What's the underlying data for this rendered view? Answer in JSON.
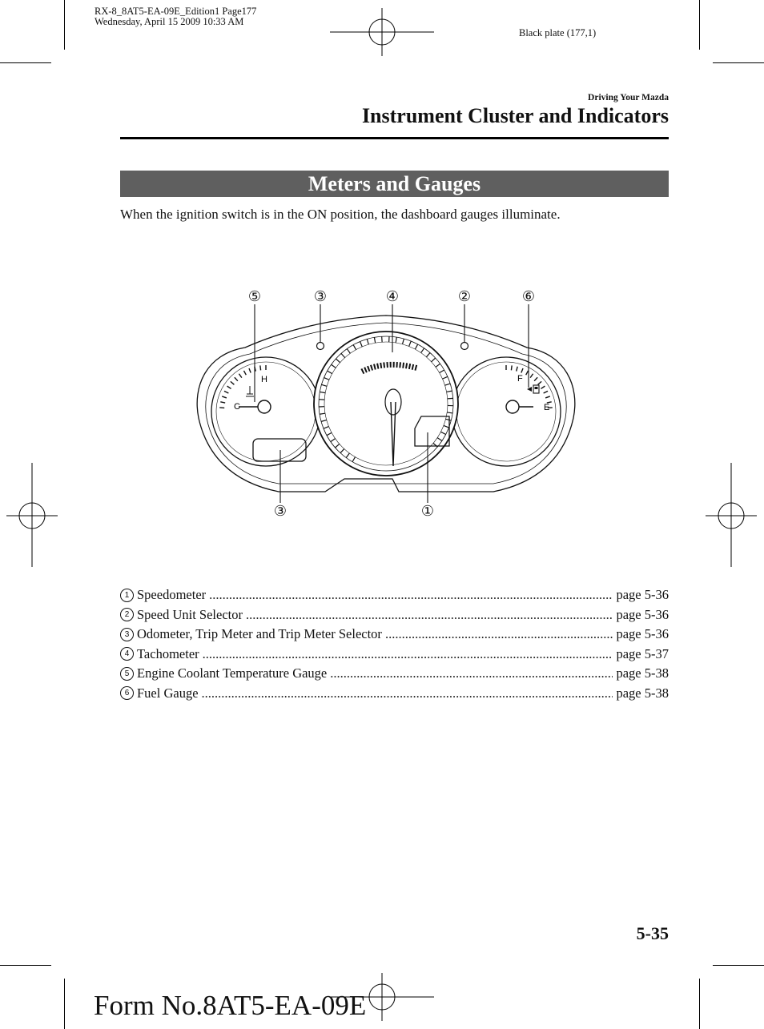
{
  "header": {
    "meta_line1": "RX-8_8AT5-EA-09E_Edition1 Page177",
    "meta_line2": "Wednesday, April 15 2009 10:33 AM",
    "plate": "Black plate (177,1)",
    "section": "Driving Your Mazda",
    "title": "Instrument Cluster and Indicators"
  },
  "banner": "Meters and Gauges",
  "intro": "When the ignition switch is in the ON position, the dashboard gauges illuminate.",
  "figure": {
    "callouts_top": [
      "⑤",
      "③",
      "④",
      "②",
      "⑥"
    ],
    "callouts_bottom": [
      "③",
      "①"
    ],
    "temp_hot": "H",
    "temp_cold": "C",
    "fuel_full": "F",
    "fuel_empty": "E"
  },
  "items": [
    {
      "num": "1",
      "label": "Speedometer",
      "page": "page 5-36"
    },
    {
      "num": "2",
      "label": "Speed Unit Selector",
      "page": "page 5-36"
    },
    {
      "num": "3",
      "label": "Odometer, Trip Meter and Trip Meter Selector",
      "page": "page 5-36"
    },
    {
      "num": "4",
      "label": "Tachometer",
      "page": "page 5-37"
    },
    {
      "num": "5",
      "label": "Engine Coolant Temperature Gauge",
      "page": "page 5-38"
    },
    {
      "num": "6",
      "label": "Fuel Gauge",
      "page": "page 5-38"
    }
  ],
  "page_number": "5-35",
  "form_number": "Form No.8AT5-EA-09E"
}
